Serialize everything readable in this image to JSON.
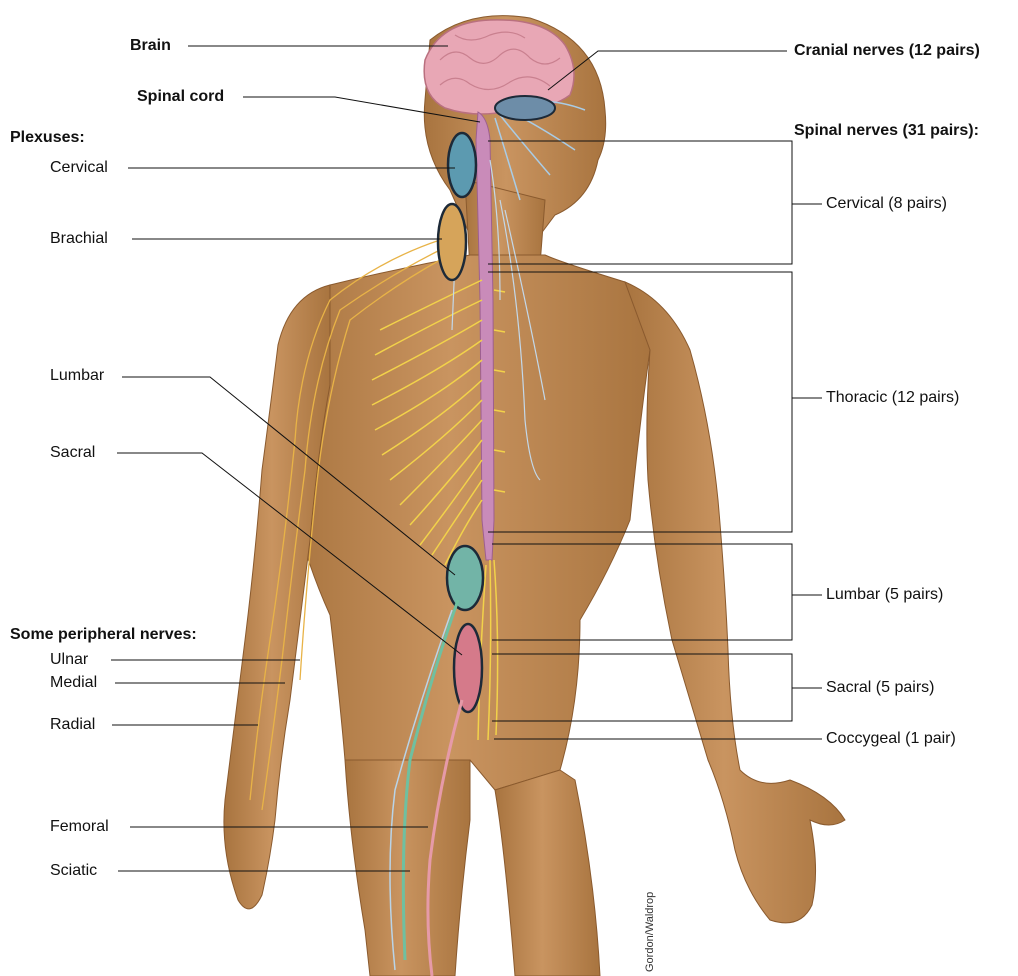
{
  "labels": {
    "brain": "Brain",
    "spinal_cord": "Spinal cord",
    "plexuses_heading": "Plexuses:",
    "plexus_cervical": "Cervical",
    "plexus_brachial": "Brachial",
    "plexus_lumbar": "Lumbar",
    "plexus_sacral": "Sacral",
    "peripheral_heading": "Some peripheral nerves:",
    "nerve_ulnar": "Ulnar",
    "nerve_medial": "Medial",
    "nerve_radial": "Radial",
    "nerve_femoral": "Femoral",
    "nerve_sciatic": "Sciatic",
    "cranial_nerves": "Cranial nerves (12 pairs)",
    "spinal_nerves_heading": "Spinal nerves (31 pairs):",
    "spinal_cervical": "Cervical (8 pairs)",
    "spinal_thoracic": "Thoracic (12 pairs)",
    "spinal_lumbar": "Lumbar (5 pairs)",
    "spinal_sacral": "Sacral (5 pairs)",
    "spinal_coccygeal": "Coccygeal (1 pair)"
  },
  "credit": "Gordon/Waldrop",
  "colors": {
    "skin": "#c08a55",
    "skin_dark": "#9c6a3a",
    "brain": "#e8a7b5",
    "spinal_cord": "#c98bb9",
    "nerve_yellow": "#f2d24a",
    "nerve_blue": "#b9d4e8",
    "femoral_green": "#6fc0a0",
    "sciatic_pink": "#e69aa8",
    "leader_line": "#111111"
  }
}
